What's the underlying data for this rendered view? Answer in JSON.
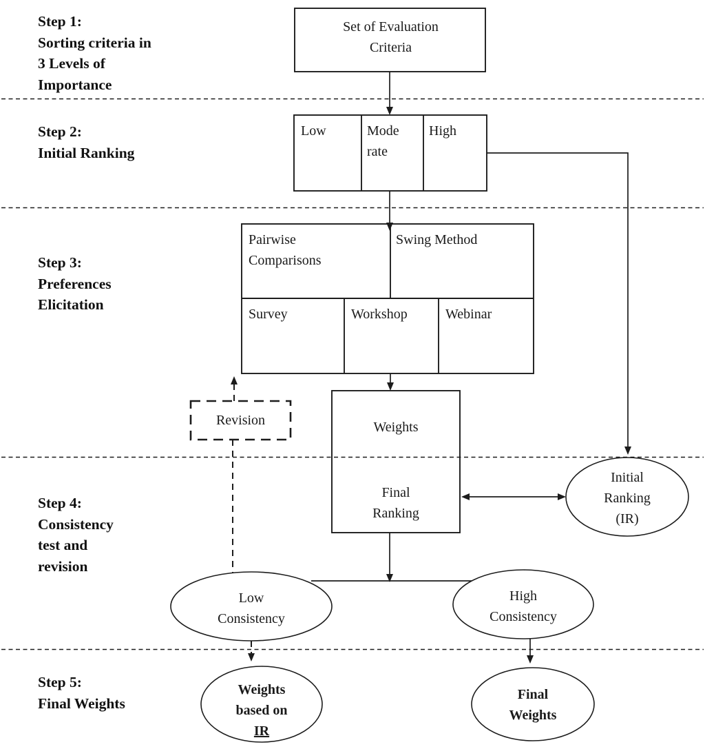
{
  "steps": [
    {
      "label": "Step 1:\nSorting criteria in\n3 Levels of\nImportance"
    },
    {
      "label": "Step 2:\nInitial Ranking"
    },
    {
      "label": "Step 3:\nPreferences\nElicitation"
    },
    {
      "label": "Step 4:\nConsistency\ntest and\nrevision"
    },
    {
      "label": "Step 5:\nFinal Weights"
    }
  ],
  "flow": {
    "evaluation_criteria": "Set of Evaluation Criteria",
    "initial_ranking_levels": [
      "Low",
      "Mode rate",
      "High"
    ],
    "elicitation_methods": [
      "Pairwise Comparisons",
      "Swing Method"
    ],
    "elicitation_channels": [
      "Survey",
      "Workshop",
      "Webinar"
    ],
    "revision": "Revision",
    "weights": "Weights",
    "final_ranking": "Final Ranking",
    "initial_ranking_node": "Initial Ranking (IR)",
    "low_consistency": "Low Consistency",
    "high_consistency": "High Consistency",
    "weights_based_on_ir_lines": [
      "Weights",
      "based on",
      "IR"
    ],
    "final_weights": "Final Weights"
  },
  "colors": {
    "stroke": "#1c1c1c",
    "background": "#ffffff"
  }
}
